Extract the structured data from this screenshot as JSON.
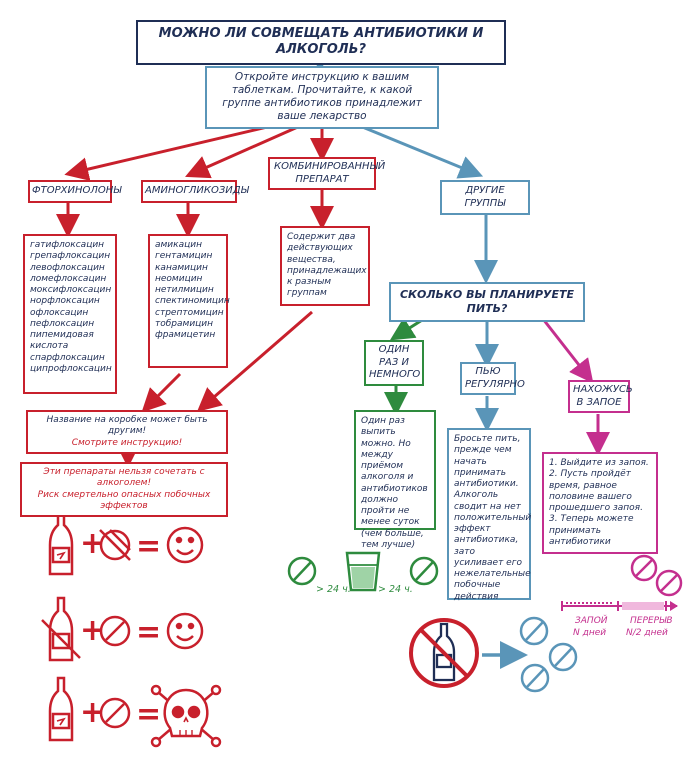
{
  "title": "МОЖНО ЛИ СОВМЕЩАТЬ АНТИБИОТИКИ И АЛКОГОЛЬ?",
  "instruction": "Откройте инструкцию к вашим таблеткам. Прочитайте, к какой группе антибиотиков принадлежит ваше лекарство",
  "groups": {
    "fluoro": {
      "label": "ФТОРХИНОЛОНЫ",
      "items": [
        "гатифлоксацин",
        "грепафлоксацин",
        "левофлоксацин",
        "ломефлоксацин",
        "моксифлоксацин",
        "норфлоксацин",
        "офлоксацин",
        "пефлоксацин",
        "пипемидовая кислота",
        "спарфлоксацин",
        "ципрофлоксацин"
      ]
    },
    "amino": {
      "label": "АМИНОГЛИКОЗИДЫ",
      "items": [
        "амикацин",
        "гентамицин",
        "канамицин",
        "неомицин",
        "нетилмицин",
        "спектиномицин",
        "стрептомицин",
        "тобрамицин",
        "фрамицетин"
      ]
    },
    "combo": {
      "label": "КОМБИНИРОВАННЫЙ ПРЕПАРАТ",
      "desc": "Содержит два действующих вещества, принадлежащих к разным группам"
    },
    "other": {
      "label": "ДРУГИЕ ГРУППЫ"
    }
  },
  "name_warning": {
    "line1": "Название на коробке может быть другим!",
    "line2": "Смотрите инструкцию!"
  },
  "alcohol_warning": {
    "line1": "Эти препараты нельзя сочетать с алкоголем!",
    "line2": "Риск смертельно опасных побочных эффектов"
  },
  "question": "СКОЛЬКО ВЫ ПЛАНИРУЕТЕ ПИТЬ?",
  "options": {
    "once": {
      "label": "ОДИН РАЗ И НЕМНОГО",
      "desc": "Один раз выпить можно. Но между приёмом алкоголя и антибиотиков должно пройти не менее суток (чем больше, тем лучше)"
    },
    "regular": {
      "label": "ПЬЮ РЕГУЛЯРНО",
      "desc": "Бросьте пить, прежде чем начать принимать антибиотики. Алкоголь сводит на нет положительный эффект антибиотика, зато усиливает его нежелательные побочные действия"
    },
    "binge": {
      "label": "НАХОЖУСЬ В ЗАПОЕ",
      "steps": [
        "1. Выйдите из запоя.",
        "2. Пусть пройдёт время, равное половине вашего прошедшего запоя.",
        "3. Теперь можете принимать антибиотики"
      ]
    }
  },
  "timeline": {
    "first": "> 24 ч.",
    "second": "> 24 ч."
  },
  "binge_timeline": {
    "binge_label": "ЗАПОЙ",
    "binge_duration": "N дней",
    "break_label": "ПЕРЕРЫВ",
    "break_duration": "N/2 дней"
  },
  "colors": {
    "navy": "#1f2e55",
    "blue": "#5a95b8",
    "red": "#c8202c",
    "green": "#2e8b3e",
    "magenta": "#c42f8e"
  }
}
